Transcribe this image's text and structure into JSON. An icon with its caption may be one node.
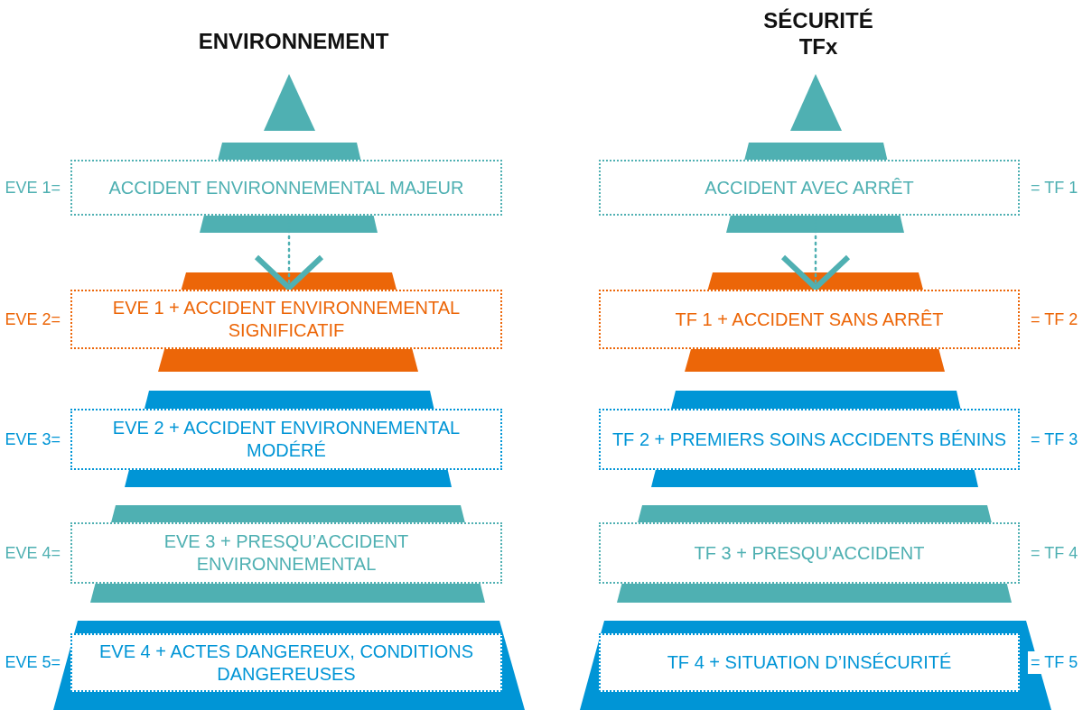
{
  "diagram": {
    "nodes": [
      {
        "text": [
          "ACCIDENT ENVIRONNEMENTAL MAJEUR"
        ],
        "beside": [
          "EVE 1="
        ]
      },
      {
        "text": [
          "EVE 1 + ACCIDENT ENVIRONNEMENTAL SIGNIFICATIF"
        ],
        "beside": [
          "EVE 2="
        ]
      },
      {
        "text": [
          "EVE 2 + ACCIDENT ENVIRONNEMENTAL MODÉRÉ"
        ],
        "beside": [
          "EVE 3="
        ]
      },
      {
        "text": [
          "EVE 3 + PRESQU’ACCIDENT ENVIRONNEMENTAL"
        ],
        "beside": [
          "EVE 4="
        ]
      },
      {
        "text": [
          "EVE 4 + ACTES DANGEREUX, CONDITIONS DANGEREUSES"
        ],
        "beside": [
          "EVE 5="
        ]
      },
      {
        "text": [
          "ACCIDENT AVEC ARRÊT"
        ],
        "beside": [
          "= TF 1"
        ]
      },
      {
        "text": [
          "TF 1 + ACCIDENT SANS ARRÊT"
        ],
        "beside": [
          "= TF 2"
        ]
      },
      {
        "text": [
          "TF 2 + PREMIERS SOINS ACCIDENTS BÉNINS"
        ],
        "beside": [
          "= TF 3"
        ]
      },
      {
        "text": [
          "TF 3 + PRESQU’ACCIDENT"
        ],
        "beside": [
          "= TF 4"
        ]
      },
      {
        "text": [
          "TF 4 + SITUATION D’INSÉCURITÉ"
        ],
        "beside": [
          "= TF 5"
        ]
      }
    ],
    "edges": [
      {
        "from": 0,
        "to": 1,
        "arrow": "to",
        "style": "dashed"
      },
      {
        "from": 5,
        "to": 6,
        "arrow": "to",
        "style": "dashed"
      }
    ],
    "labels": [
      "ENVIRONNEMENT",
      "SÉCURITÉ TFx"
    ]
  }
}
